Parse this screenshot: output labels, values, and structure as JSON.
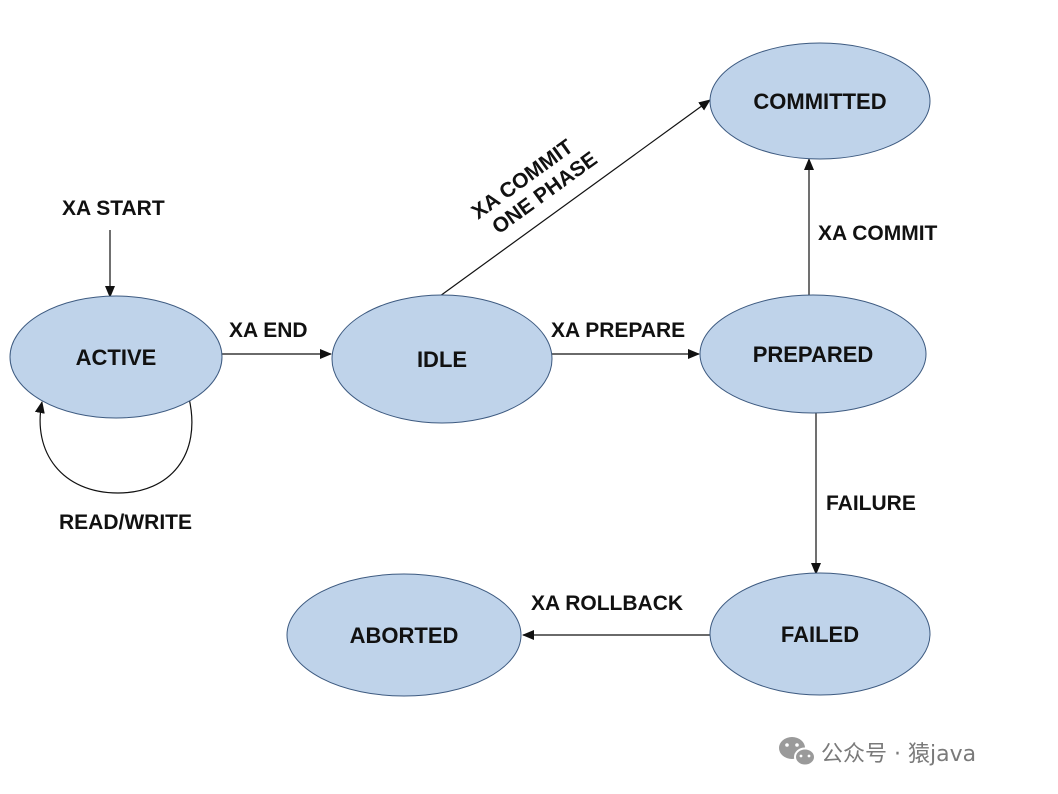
{
  "states": {
    "active": "ACTIVE",
    "idle": "IDLE",
    "prepared": "PREPARED",
    "committed": "COMMITTED",
    "failed": "FAILED",
    "aborted": "ABORTED"
  },
  "transitions": {
    "xa_start": "XA START",
    "read_write": "READ/WRITE",
    "xa_end": "XA END",
    "xa_prepare": "XA PREPARE",
    "xa_commit_one_phase_line1": "XA COMMIT",
    "xa_commit_one_phase_line2": "ONE PHASE",
    "xa_commit": "XA COMMIT",
    "failure": "FAILURE",
    "xa_rollback": "XA ROLLBACK"
  },
  "watermark": {
    "text": "公众号 · 猿java",
    "icon": "wechat-icon"
  },
  "colors": {
    "state_fill": "#bfd3ea",
    "state_stroke": "#3d5a80",
    "line": "#111111"
  }
}
